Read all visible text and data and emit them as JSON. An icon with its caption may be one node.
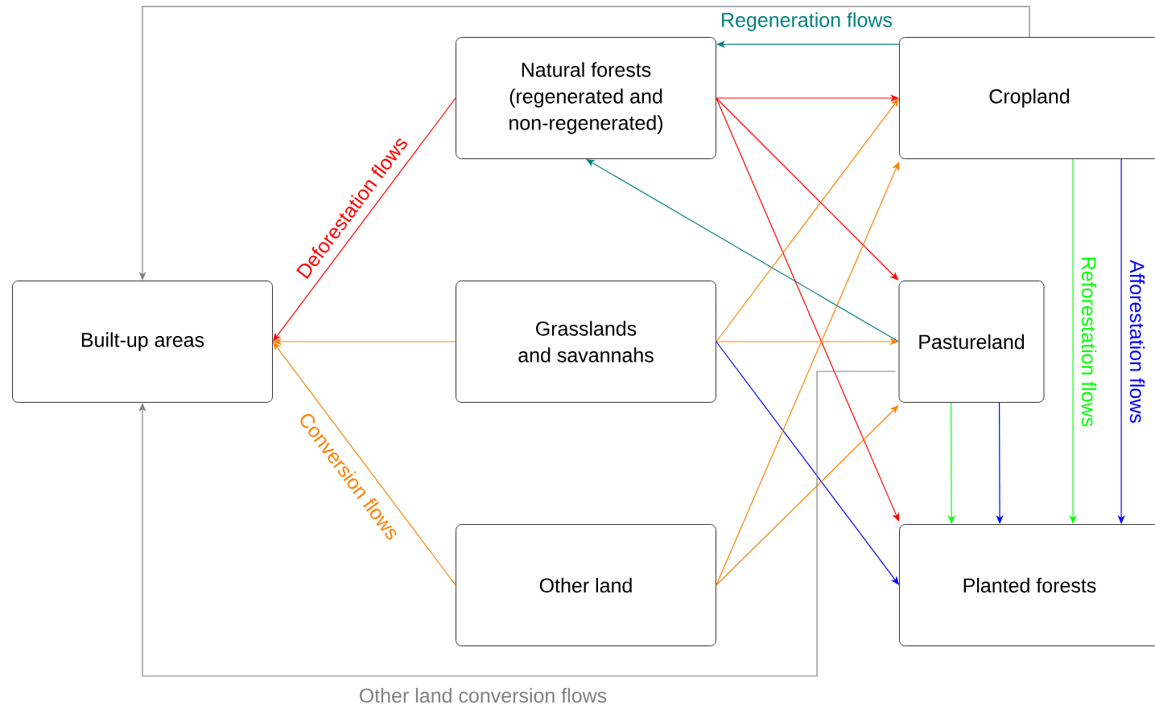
{
  "diagram": {
    "nodes": [
      {
        "text": [
          "Natural forests (regenerated and non-regenerated)"
        ]
      },
      {
        "text": [
          "Cropland"
        ]
      },
      {
        "text": [
          "Built-up areas"
        ]
      },
      {
        "text": [
          "Grasslands and savannahs"
        ]
      },
      {
        "text": [
          "Pastureland"
        ]
      },
      {
        "text": [
          "Other land"
        ]
      },
      {
        "text": [
          "Planted forests"
        ]
      }
    ],
    "edges": [
      {
        "from": 0,
        "to": 2,
        "arrow": "to",
        "color": "#ff0000",
        "label": "Deforestation flows"
      },
      {
        "from": 3,
        "to": 2,
        "arrow": "to",
        "color": "#ff8000"
      },
      {
        "from": 5,
        "to": 2,
        "arrow": "to",
        "color": "#ff8000",
        "label": "Conversion flows"
      },
      {
        "from": 1,
        "to": 0,
        "arrow": "to",
        "color": "#008080",
        "label": "Regeneration flows"
      },
      {
        "from": 4,
        "to": 0,
        "arrow": "to",
        "color": "#008080"
      },
      {
        "from": 0,
        "to": 1,
        "arrow": "to",
        "color": "#ff0000"
      },
      {
        "from": 0,
        "to": 4,
        "arrow": "to",
        "color": "#ff0000"
      },
      {
        "from": 0,
        "to": 6,
        "arrow": "to",
        "color": "#ff0000"
      },
      {
        "from": 3,
        "to": 1,
        "arrow": "to",
        "color": "#ff8000"
      },
      {
        "from": 3,
        "to": 4,
        "arrow": "to",
        "color": "#ff8000"
      },
      {
        "from": 3,
        "to": 6,
        "arrow": "to",
        "color": "#0000ff"
      },
      {
        "from": 5,
        "to": 1,
        "arrow": "to",
        "color": "#ff8000"
      },
      {
        "from": 5,
        "to": 4,
        "arrow": "to",
        "color": "#ff8000"
      },
      {
        "from": 4,
        "to": 6,
        "arrow": "to",
        "color": "#00ff00"
      },
      {
        "from": 4,
        "to": 6,
        "arrow": "to",
        "color": "#0000ff"
      },
      {
        "from": 1,
        "to": 6,
        "arrow": "to",
        "color": "#00ff00",
        "label": "Reforestation flows"
      },
      {
        "from": 1,
        "to": 6,
        "arrow": "to",
        "color": "#0000ff",
        "label": "Afforestation flows"
      },
      {
        "from": 1,
        "to": 2,
        "arrow": "to",
        "color": "#808080"
      },
      {
        "from": 4,
        "to": 2,
        "arrow": "to",
        "color": "#808080",
        "label": "Other land conversion flows"
      }
    ]
  }
}
